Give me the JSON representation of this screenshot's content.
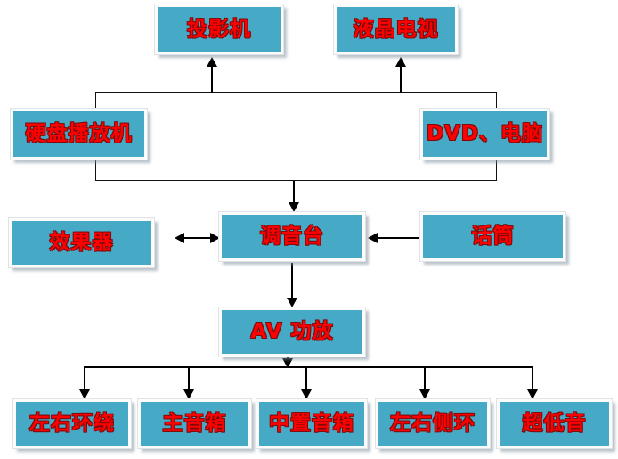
{
  "diagram": {
    "title": "AV system connection flowchart",
    "nodes": {
      "projector": {
        "label": "投影机"
      },
      "lcd_tv": {
        "label": "液晶电视"
      },
      "hdd_player": {
        "label": "硬盘播放机"
      },
      "dvd_pc": {
        "label": "DVD、电脑"
      },
      "effector": {
        "label": "效果器"
      },
      "mixer": {
        "label": "调音台"
      },
      "microphone": {
        "label": "话筒"
      },
      "av_amplifier": {
        "label": "AV 功放"
      },
      "surround_lr": {
        "label": "左右环绕"
      },
      "main_speaker": {
        "label": "主音箱"
      },
      "center_speaker": {
        "label": "中置音箱"
      },
      "side_surround": {
        "label": "左右侧环"
      },
      "subwoofer": {
        "label": "超低音"
      }
    },
    "edges": [
      {
        "from": "source_group",
        "to": "projector",
        "style": "arrow"
      },
      {
        "from": "source_group",
        "to": "lcd_tv",
        "style": "arrow"
      },
      {
        "from": "source_group",
        "to": "mixer",
        "style": "arrow"
      },
      {
        "from": "effector",
        "to": "mixer",
        "style": "double-arrow"
      },
      {
        "from": "microphone",
        "to": "mixer",
        "style": "arrow"
      },
      {
        "from": "mixer",
        "to": "av_amplifier",
        "style": "arrow"
      },
      {
        "from": "av_amplifier",
        "to": "surround_lr",
        "style": "arrow"
      },
      {
        "from": "av_amplifier",
        "to": "main_speaker",
        "style": "arrow"
      },
      {
        "from": "av_amplifier",
        "to": "center_speaker",
        "style": "arrow"
      },
      {
        "from": "av_amplifier",
        "to": "side_surround",
        "style": "arrow"
      },
      {
        "from": "av_amplifier",
        "to": "subwoofer",
        "style": "arrow"
      }
    ],
    "colors": {
      "node_fill": "#46a9c6",
      "node_border": "#fcfcfc",
      "node_text": "#ff0000",
      "line": "#000000",
      "group_frame": "#111111",
      "background": "#ffffff"
    }
  }
}
